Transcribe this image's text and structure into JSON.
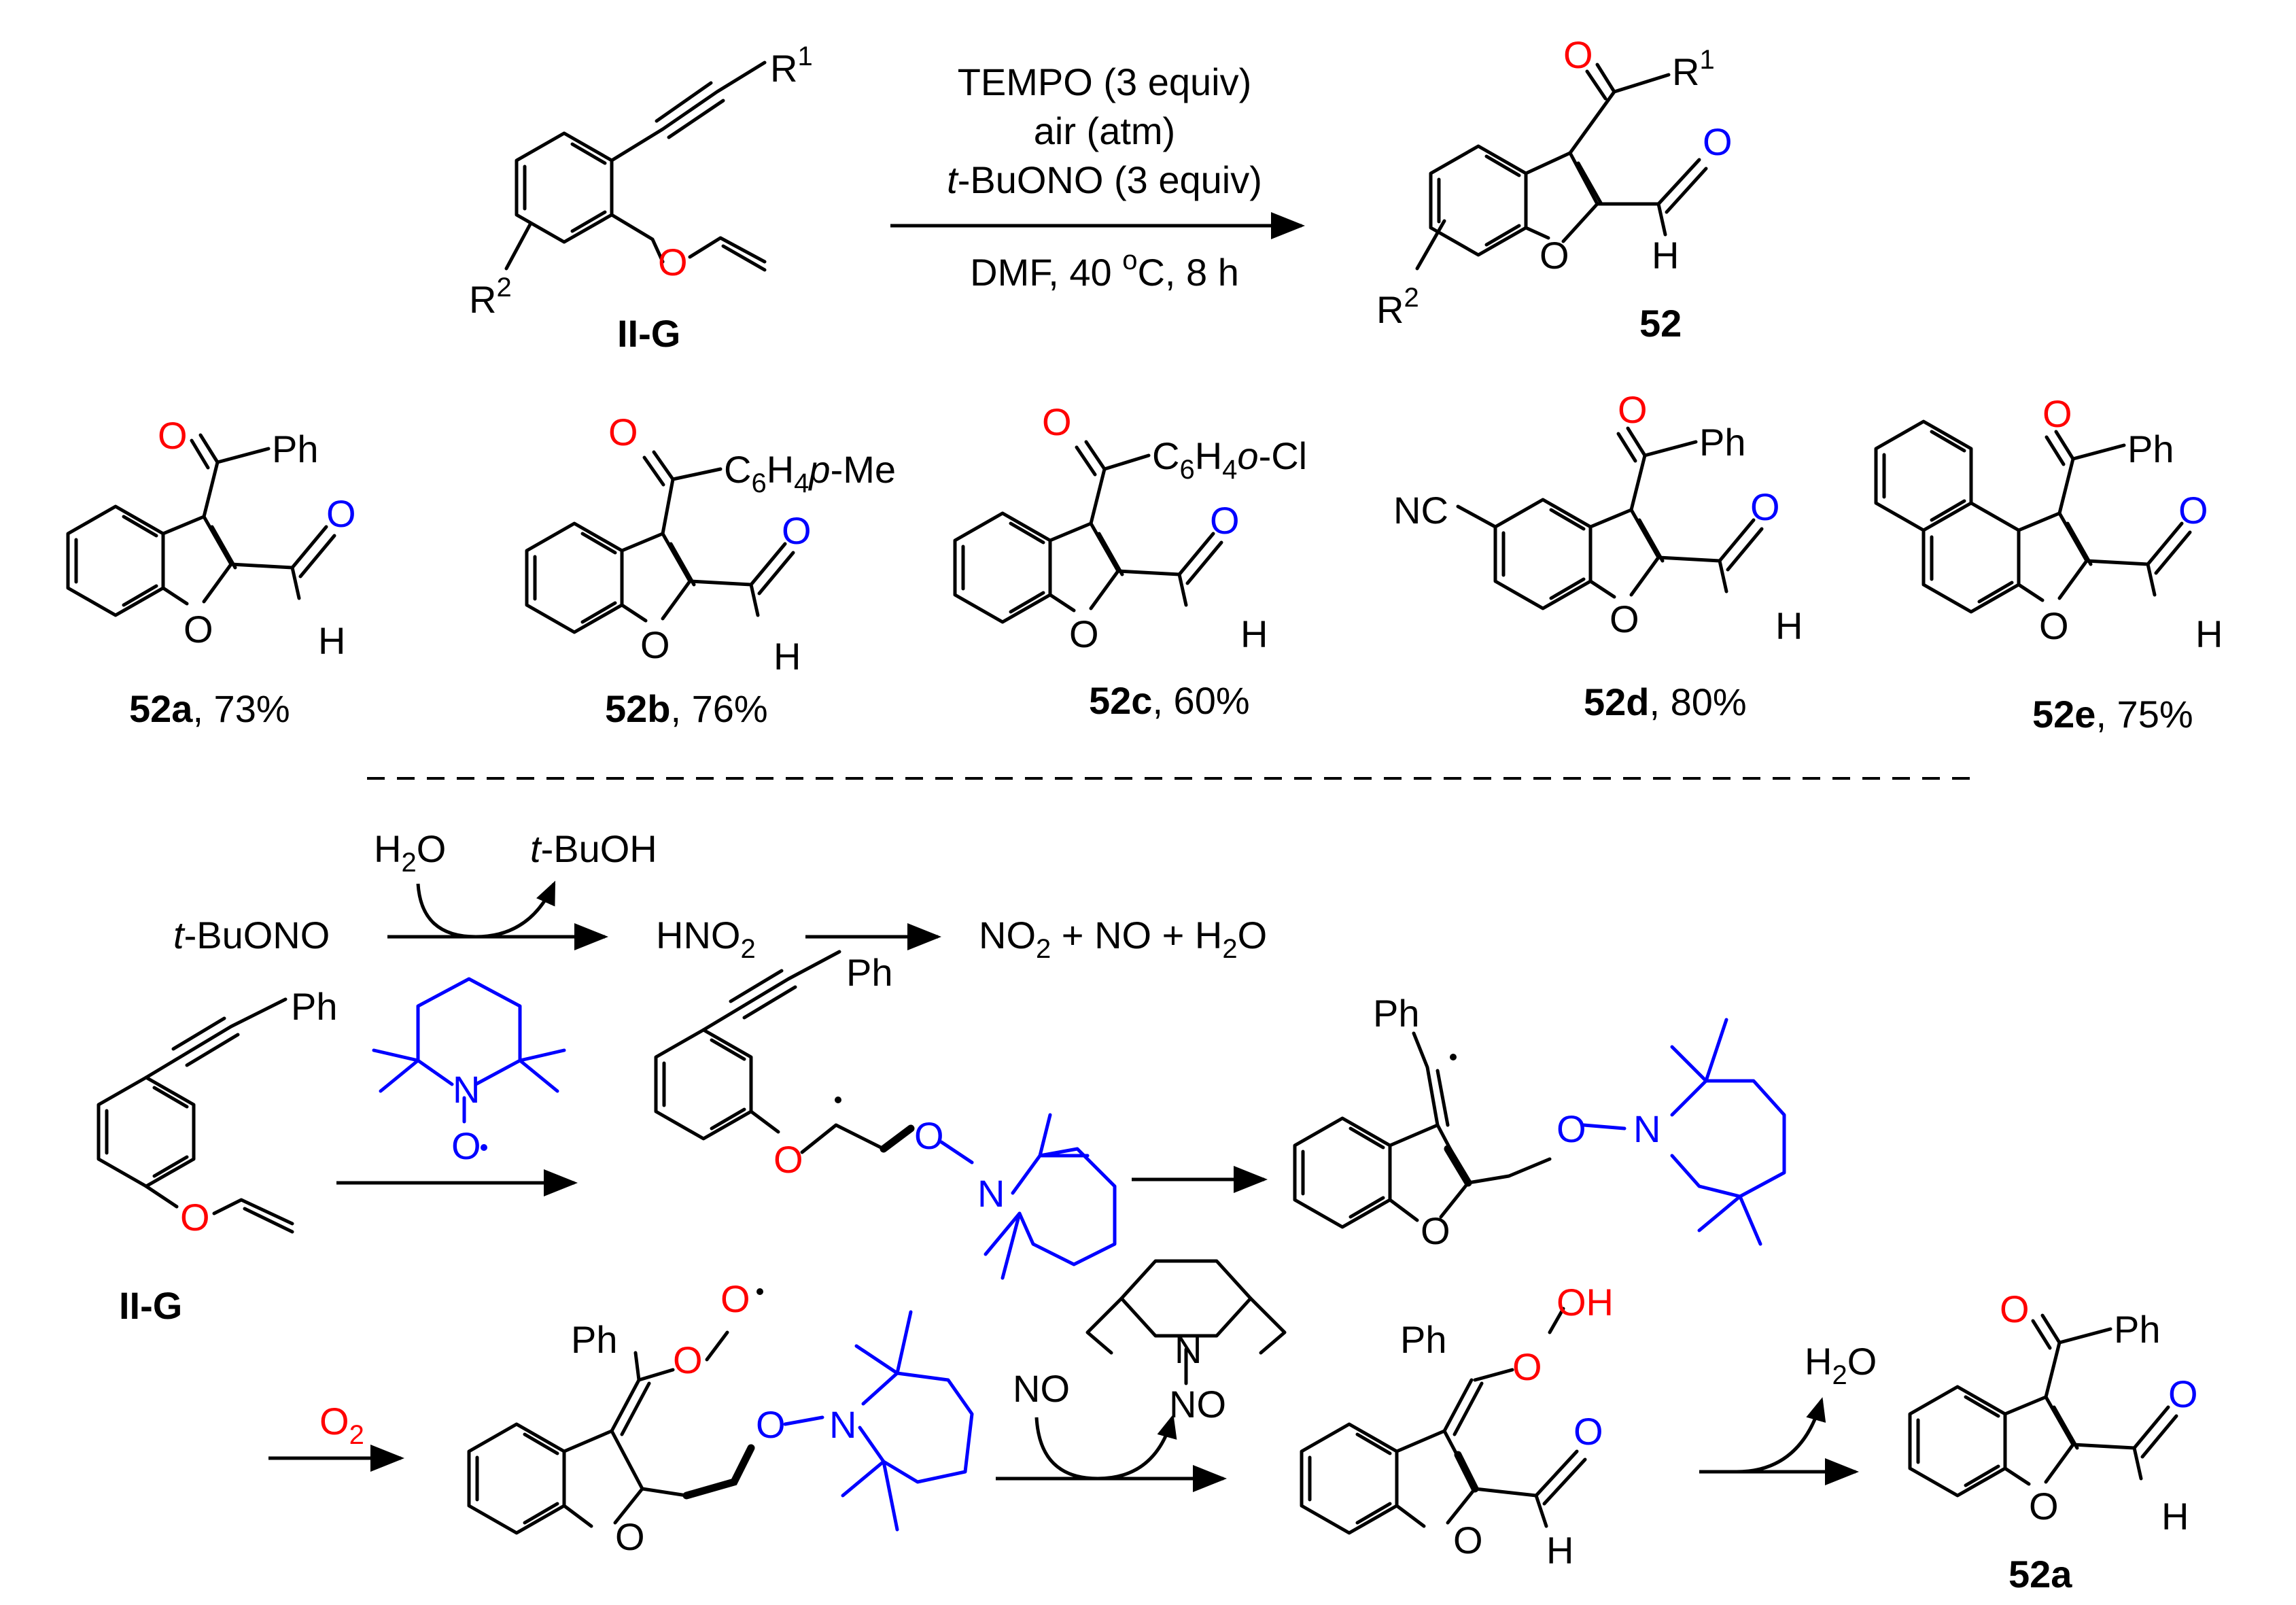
{
  "top_scheme": {
    "reactant_label": "II-G",
    "reactant_r1": "R",
    "reactant_r1_sup": "1",
    "reactant_r2": "R",
    "reactant_r2_sup": "2",
    "product_label": "52",
    "conditions": {
      "line1": "TEMPO (3 equiv)",
      "line2": "air (atm)",
      "line3_italic": "t",
      "line3_rest": "-BuONO (3 equiv)",
      "line4_pre": "DMF,  40 ",
      "line4_sup": "o",
      "line4_post": "C, 8 h"
    }
  },
  "atoms": {
    "O": "O",
    "H": "H",
    "N": "N",
    "Ph": "Ph",
    "NC": "NC"
  },
  "products": [
    {
      "label": "52a",
      "yield": ", 73%",
      "substituent": "Ph"
    },
    {
      "label": "52b",
      "yield": ", 76%",
      "sub_c": "C",
      "sub_6": "6",
      "sub_h": "H",
      "sub_4": "4",
      "sub_p": "p",
      "sub_tail": "-Me"
    },
    {
      "label": "52c",
      "yield": ", 60%",
      "sub_c": "C",
      "sub_6": "6",
      "sub_h": "H",
      "sub_4": "4",
      "sub_o": "o",
      "sub_tail": "-Cl"
    },
    {
      "label": "52d",
      "yield": ", 80%",
      "substituent": "Ph",
      "extra": "NC"
    },
    {
      "label": "52e",
      "yield": ", 75%",
      "substituent": "Ph"
    }
  ],
  "mechanism": {
    "tbuono_t": "t",
    "tbuono_rest": "-BuONO",
    "water_H": "H",
    "water_2": "2",
    "water_O": "O",
    "tbuoh_t": "t",
    "tbuoh_rest": "-BuOH",
    "hno2_main": "HNO",
    "hno2_sub": "2",
    "no2_main": "NO",
    "no2_sub": "2",
    "plus_no_plus": " + NO + ",
    "h2o_h": "H",
    "h2o_2": "2",
    "h2o_o": "O",
    "o2_main": "O",
    "o2_sub": "2",
    "no_reagent": "NO",
    "nno_n": "N",
    "nno_no": "NO",
    "ooh": "OH",
    "reactant_label": "II-G",
    "final_label": "52a"
  },
  "colors": {
    "oxygen": "#ff0000",
    "aldehyde_oxygen": "#0000ff",
    "tempo": "#0000ff",
    "bonds": "#000000"
  }
}
